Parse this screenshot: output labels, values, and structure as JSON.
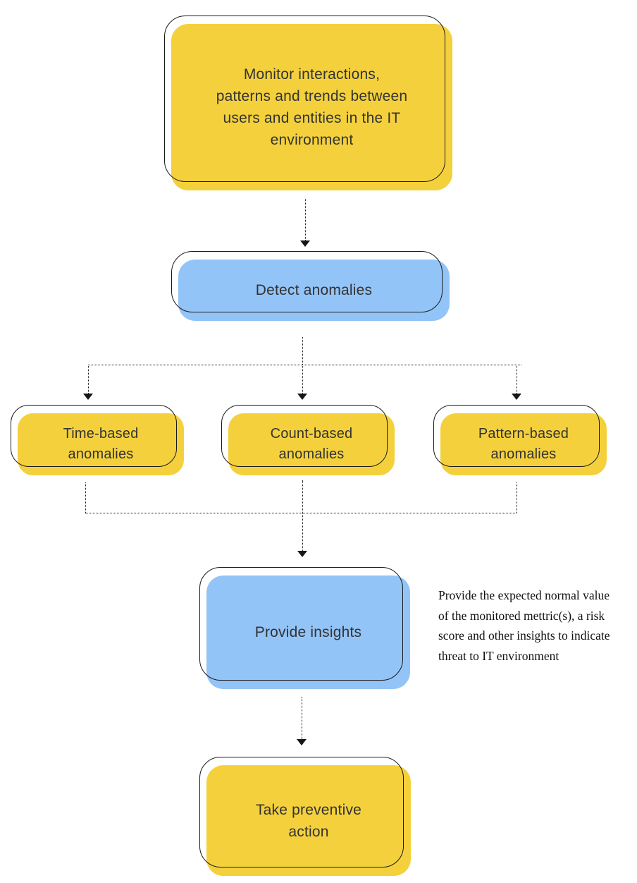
{
  "diagram": {
    "type": "flowchart",
    "background": "#ffffff",
    "colors": {
      "yellow": "#F4D13C",
      "blue": "#93C4F7",
      "outline": "#1a1a1a",
      "line": "#161616",
      "text": "#333333",
      "annotation_text": "#111111"
    },
    "nodes": [
      {
        "id": "monitor",
        "color": "yellow",
        "label": "Monitor interactions, patterns and trends between users and entities in the IT environment",
        "lines": [
          "Monitor interactions,",
          "patterns and trends between",
          "users and entities in the IT",
          "environment"
        ]
      },
      {
        "id": "detect",
        "color": "blue",
        "label": "Detect anomalies",
        "lines": [
          "Detect anomalies"
        ]
      },
      {
        "id": "time",
        "color": "yellow",
        "label": "Time-based anomalies",
        "lines": [
          "Time-based",
          "anomalies"
        ]
      },
      {
        "id": "count",
        "color": "yellow",
        "label": "Count-based anomalies",
        "lines": [
          "Count-based",
          "anomalies"
        ]
      },
      {
        "id": "pattern",
        "color": "yellow",
        "label": "Pattern-based anomalies",
        "lines": [
          "Pattern-based",
          "anomalies"
        ]
      },
      {
        "id": "insights",
        "color": "blue",
        "label": "Provide insights",
        "lines": [
          "Provide insights"
        ]
      },
      {
        "id": "action",
        "color": "yellow",
        "label": "Take preventive action",
        "lines": [
          "Take preventive",
          "action"
        ]
      }
    ],
    "edges": [
      {
        "from": "monitor",
        "to": "detect",
        "style": "dotted-arrow"
      },
      {
        "from": "detect",
        "to": "time",
        "style": "dotted-arrow"
      },
      {
        "from": "detect",
        "to": "count",
        "style": "dotted-arrow"
      },
      {
        "from": "detect",
        "to": "pattern",
        "style": "dotted-arrow"
      },
      {
        "from": "time",
        "to": "insights",
        "style": "dotted-arrow"
      },
      {
        "from": "count",
        "to": "insights",
        "style": "dotted-arrow"
      },
      {
        "from": "pattern",
        "to": "insights",
        "style": "dotted-arrow"
      },
      {
        "from": "insights",
        "to": "action",
        "style": "dotted-arrow"
      }
    ],
    "annotation": {
      "text": "Provide the expected normal value of the monitored mettric(s), a risk score and other insights to indicate threat to IT environment",
      "lines": [
        "Provide the expected normal value",
        "of the monitored mettric(s), a risk",
        "score and other insights to indicate",
        "threat to IT environment"
      ]
    }
  }
}
